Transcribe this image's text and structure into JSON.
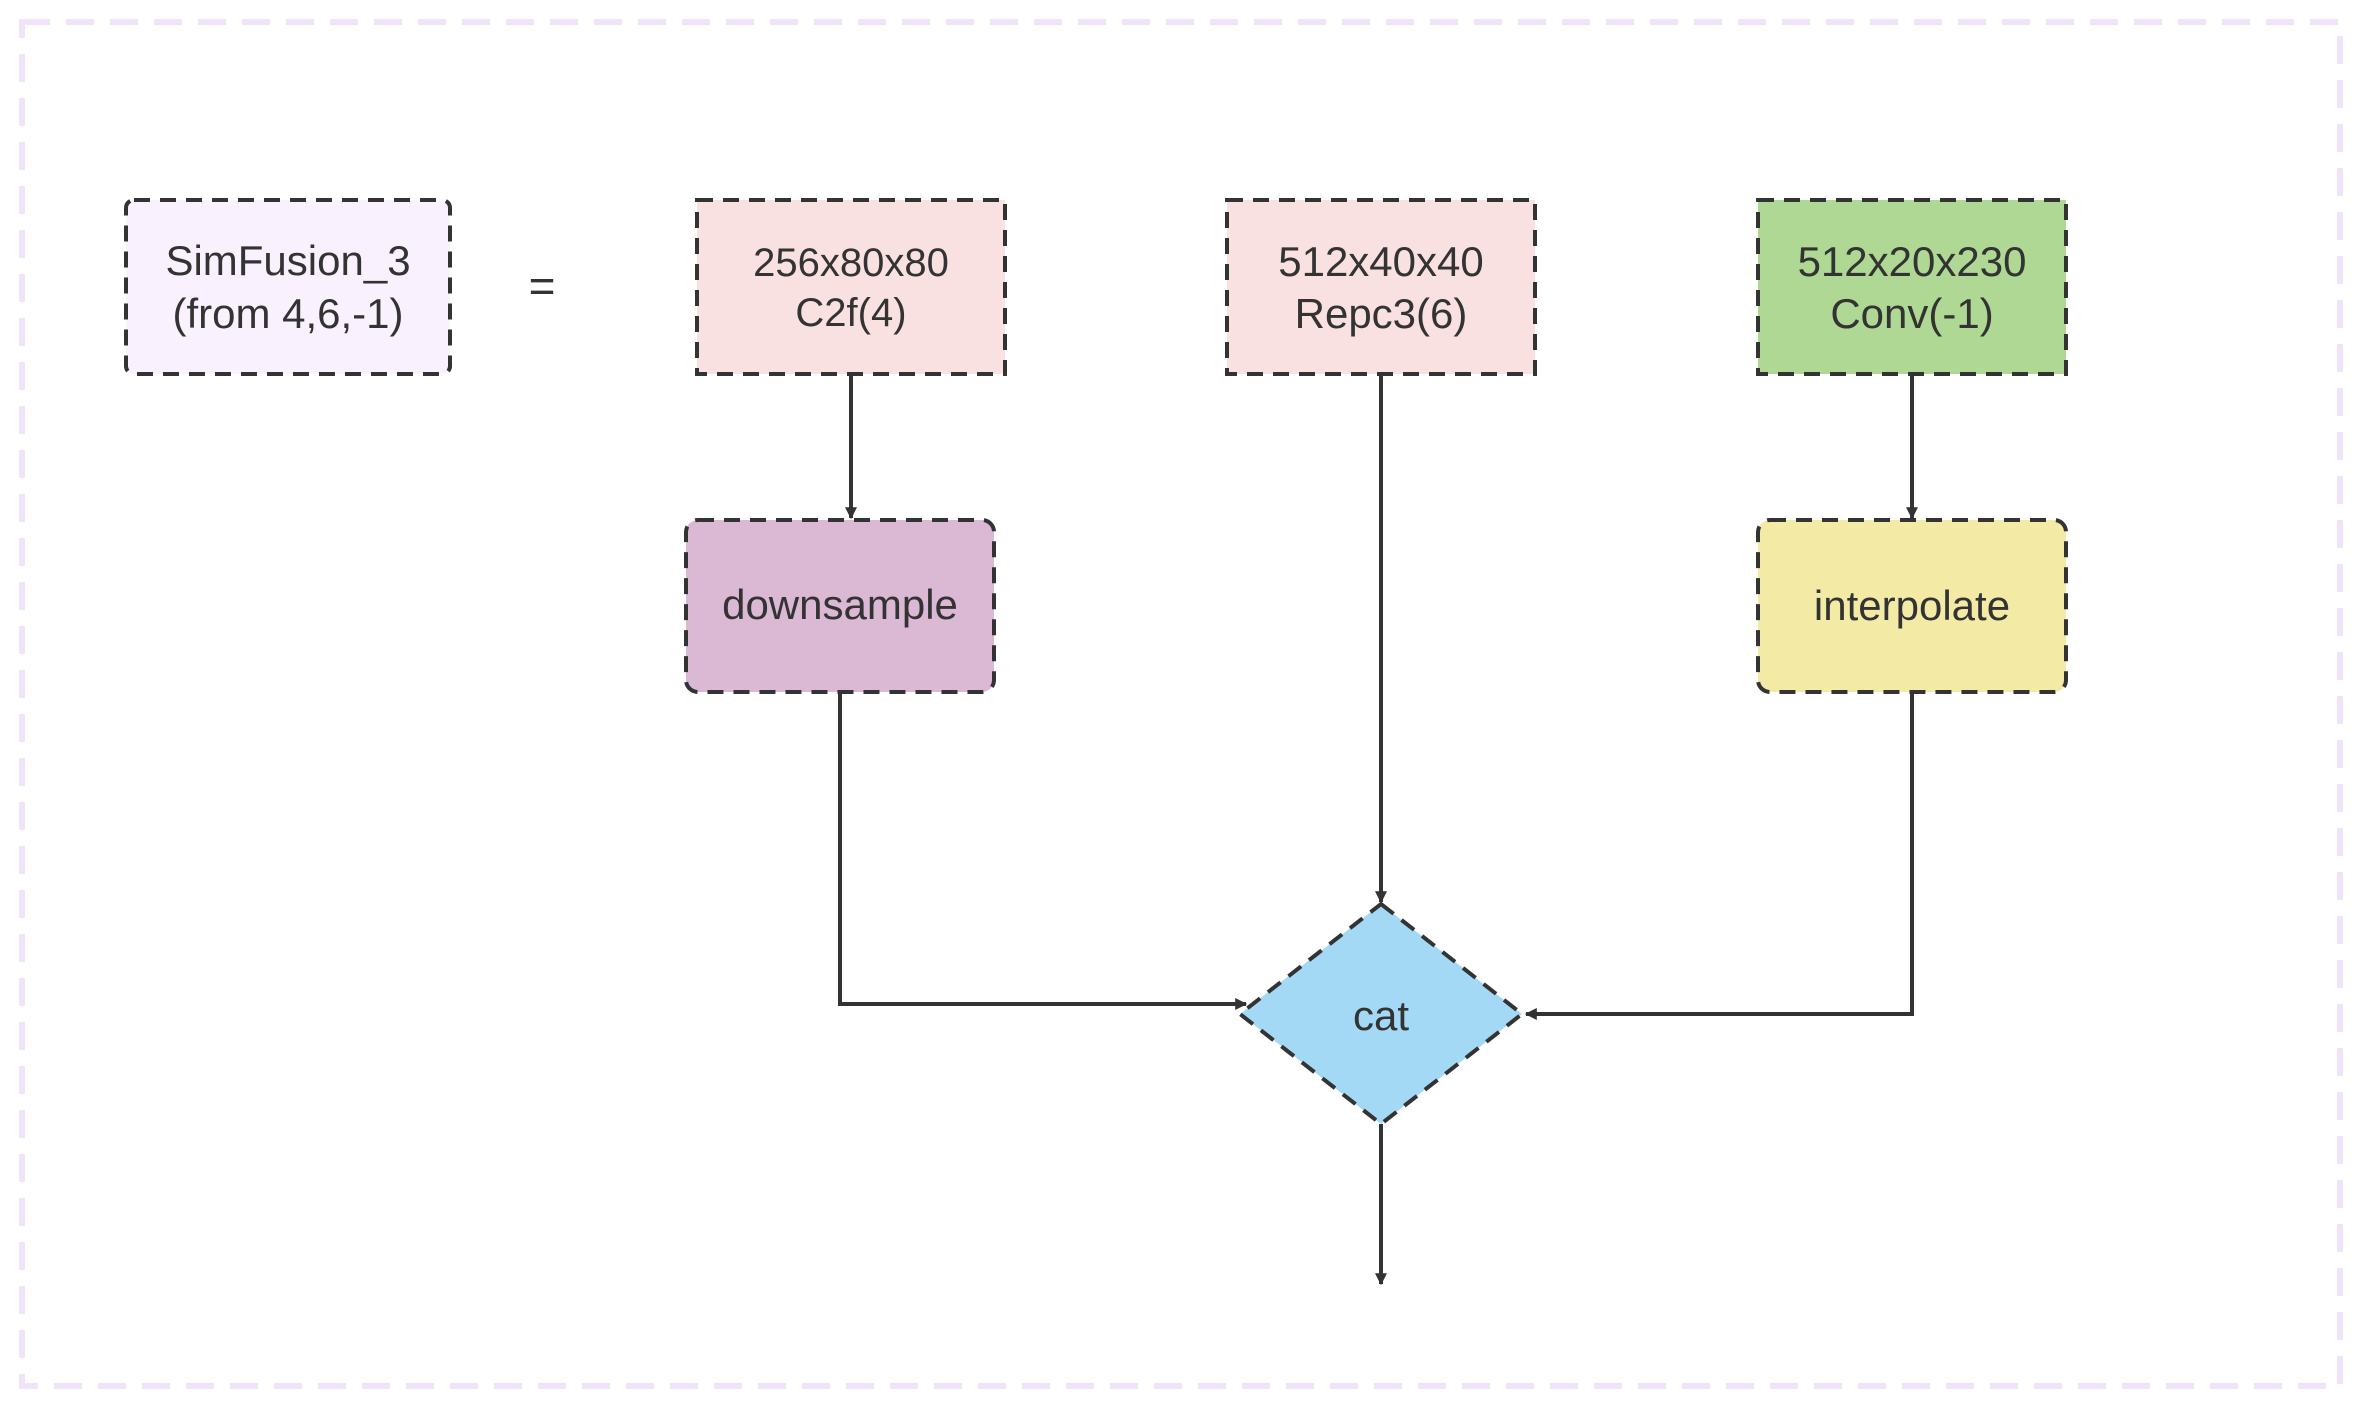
{
  "title_box": {
    "line1": "SimFusion_3",
    "line2": "(from 4,6,-1)"
  },
  "equals": "=",
  "nodes": {
    "c2f": {
      "line1": "256x80x80",
      "line2": "C2f(4)",
      "fill": "#f9e1e1"
    },
    "repc3": {
      "line1": "512x40x40",
      "line2": "Repc3(6)",
      "fill": "#f9e1e1"
    },
    "conv": {
      "line1": "512x20x230",
      "line2": "Conv(-1)",
      "fill": "#aed893"
    },
    "downsample": {
      "label": "downsample",
      "fill": "#dbb8d4"
    },
    "interpolate": {
      "label": "interpolate",
      "fill": "#f3eba5"
    },
    "cat": {
      "label": "cat",
      "fill": "#a4d9f6"
    }
  },
  "colors": {
    "title_fill": "#f9f1fd",
    "frame_border": "#f0e4fa",
    "stroke": "#333333"
  }
}
